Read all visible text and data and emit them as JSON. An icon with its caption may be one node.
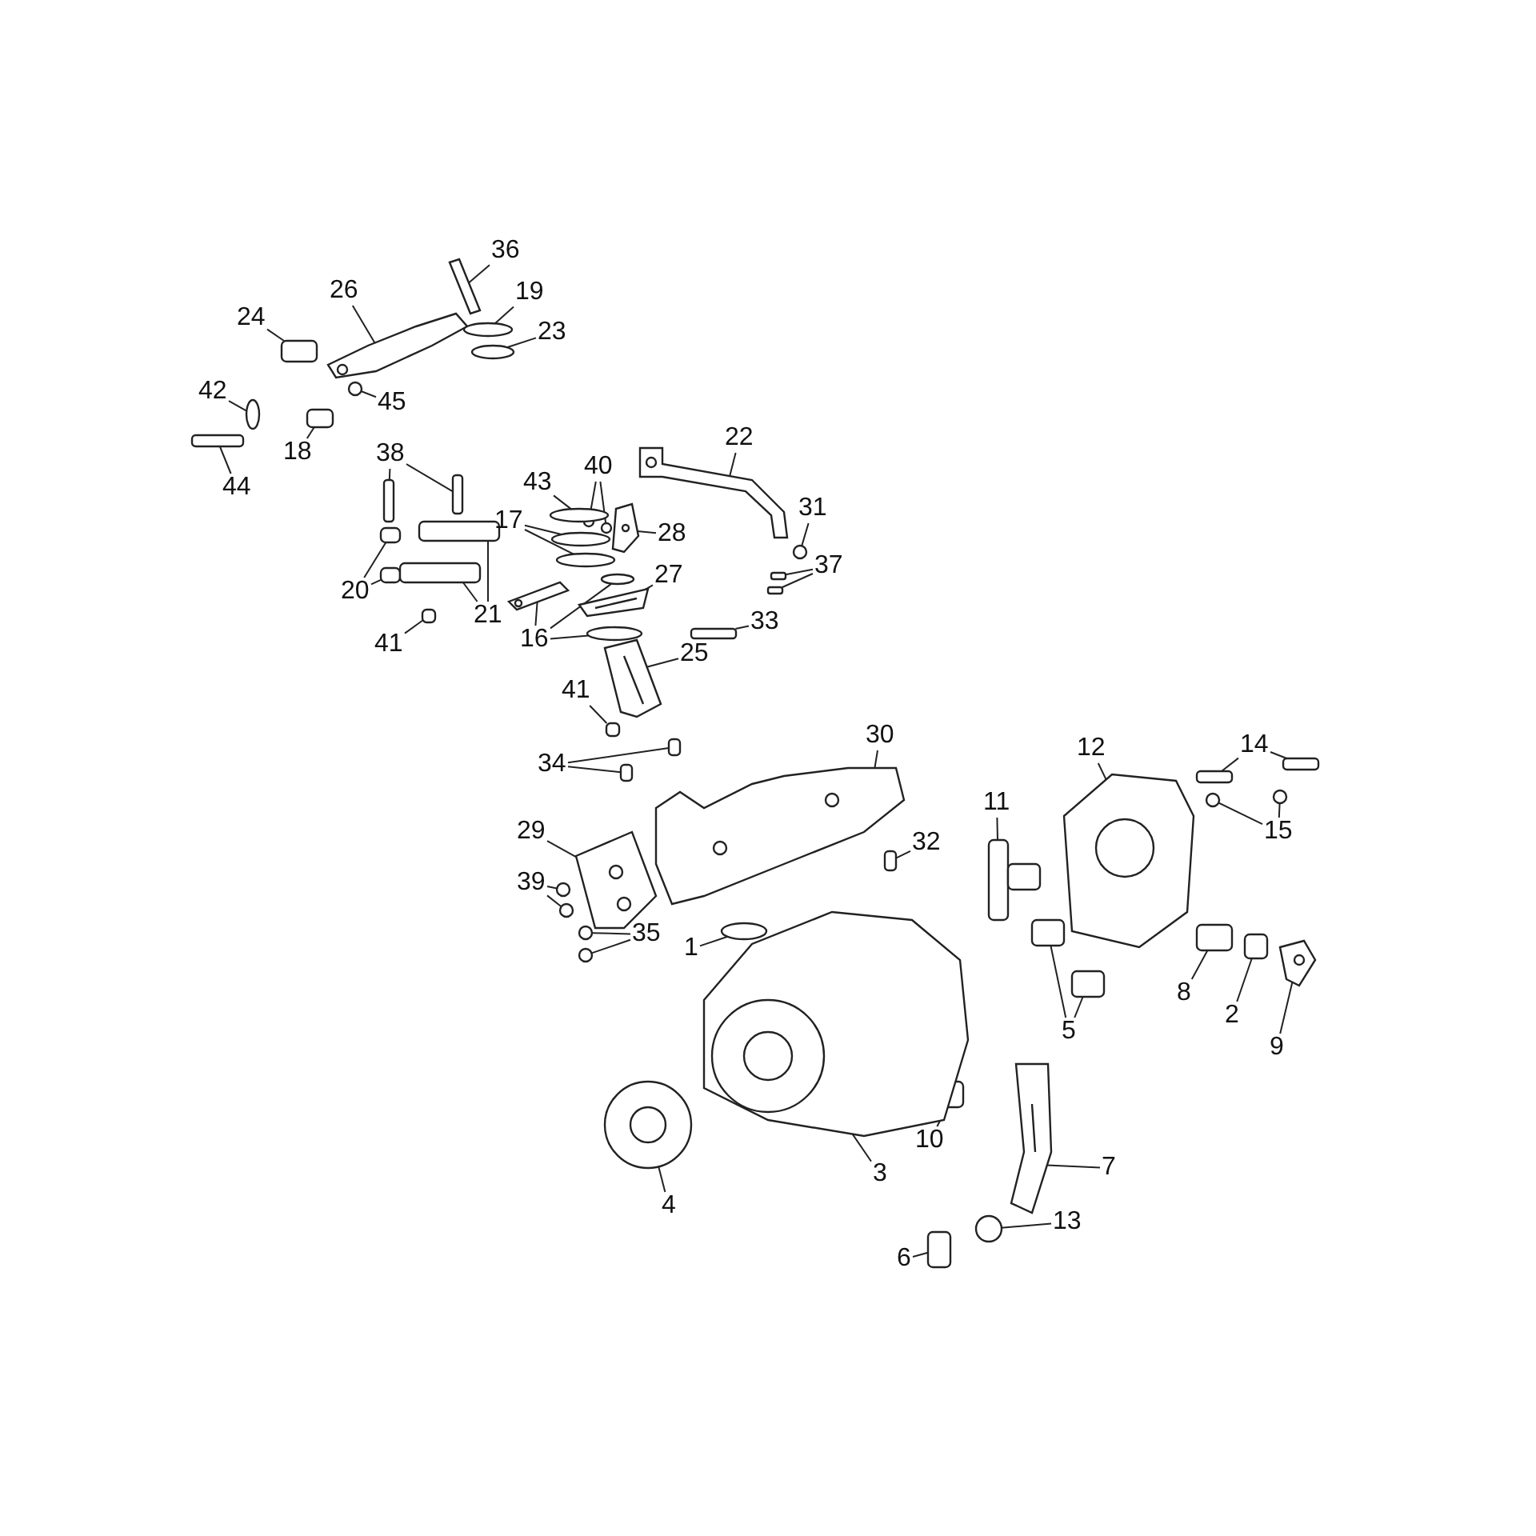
{
  "diagram": {
    "nodes": [
      {
        "text": [
          "36"
        ]
      },
      {
        "text": [
          "26"
        ]
      },
      {
        "text": [
          "19"
        ]
      },
      {
        "text": [
          "24"
        ]
      },
      {
        "text": [
          "23"
        ]
      },
      {
        "text": [
          "42"
        ]
      },
      {
        "text": [
          "45"
        ]
      },
      {
        "text": [
          "18"
        ]
      },
      {
        "text": [
          "22"
        ]
      },
      {
        "text": [
          "38"
        ]
      },
      {
        "text": [
          "40"
        ]
      },
      {
        "text": [
          "44"
        ]
      },
      {
        "text": [
          "43"
        ]
      },
      {
        "text": [
          "17"
        ]
      },
      {
        "text": [
          "31"
        ]
      },
      {
        "text": [
          "28"
        ]
      },
      {
        "text": [
          "37"
        ]
      },
      {
        "text": [
          "27"
        ]
      },
      {
        "text": [
          "20"
        ]
      },
      {
        "text": [
          "21"
        ]
      },
      {
        "text": [
          "16"
        ]
      },
      {
        "text": [
          "41"
        ]
      },
      {
        "text": [
          "33"
        ]
      },
      {
        "text": [
          "25"
        ]
      },
      {
        "text": [
          "41"
        ]
      },
      {
        "text": [
          "30"
        ]
      },
      {
        "text": [
          "14"
        ]
      },
      {
        "text": [
          "12"
        ]
      },
      {
        "text": [
          "11"
        ]
      },
      {
        "text": [
          "34"
        ]
      },
      {
        "text": [
          "15"
        ]
      },
      {
        "text": [
          "29"
        ]
      },
      {
        "text": [
          "32"
        ]
      },
      {
        "text": [
          "39"
        ]
      },
      {
        "text": [
          "35"
        ]
      },
      {
        "text": [
          "1"
        ]
      },
      {
        "text": [
          "8"
        ]
      },
      {
        "text": [
          "2"
        ]
      },
      {
        "text": [
          "5"
        ]
      },
      {
        "text": [
          "9"
        ]
      },
      {
        "text": [
          "10"
        ]
      },
      {
        "text": [
          "3"
        ]
      },
      {
        "text": [
          "4"
        ]
      },
      {
        "text": [
          "7"
        ]
      },
      {
        "text": [
          "13"
        ]
      },
      {
        "text": [
          "6"
        ]
      },
      {
        "text": [],
        "shape": "box"
      },
      {
        "text": [],
        "shape": "picture"
      },
      {
        "text": [],
        "shape": "circle"
      },
      {
        "text": [],
        "shape": "box"
      },
      {
        "text": [],
        "shape": "circle"
      },
      {
        "text": [],
        "shape": "circle"
      },
      {
        "text": [],
        "shape": "circle"
      },
      {
        "text": [],
        "shape": "box"
      },
      {
        "text": [],
        "shape": "picture"
      },
      {
        "text": [],
        "shape": "box"
      },
      {
        "text": [],
        "shape": "box"
      },
      {
        "text": [],
        "shape": "circle"
      },
      {
        "text": [],
        "shape": "circle"
      },
      {
        "text": [],
        "shape": "box"
      },
      {
        "text": [],
        "shape": "circle"
      },
      {
        "text": [],
        "shape": "circle"
      },
      {
        "text": [],
        "shape": "circle"
      },
      {
        "text": [],
        "shape": "circle"
      },
      {
        "text": [],
        "shape": "picture"
      },
      {
        "text": [],
        "shape": "box"
      },
      {
        "text": [],
        "shape": "box"
      },
      {
        "text": [],
        "shape": "picture"
      },
      {
        "text": [],
        "shape": "box"
      },
      {
        "text": [],
        "shape": "box"
      },
      {
        "text": [],
        "shape": "box"
      },
      {
        "text": [],
        "shape": "box"
      },
      {
        "text": [],
        "shape": "picture"
      },
      {
        "text": [],
        "shape": "circle"
      },
      {
        "text": [],
        "shape": "circle"
      },
      {
        "text": [],
        "shape": "box"
      },
      {
        "text": [],
        "shape": "box"
      },
      {
        "text": [],
        "shape": "picture"
      },
      {
        "text": [],
        "shape": "box"
      },
      {
        "text": [],
        "shape": "picture"
      },
      {
        "text": [],
        "shape": "box"
      },
      {
        "text": [],
        "shape": "box"
      },
      {
        "text": [],
        "shape": "picture"
      },
      {
        "text": [],
        "shape": "picture"
      },
      {
        "text": [],
        "shape": "box"
      },
      {
        "text": [],
        "shape": "box"
      },
      {
        "text": [],
        "shape": "circle"
      },
      {
        "text": [],
        "shape": "circle"
      },
      {
        "text": [],
        "shape": "picture"
      },
      {
        "text": [],
        "shape": "box"
      },
      {
        "text": [],
        "shape": "circle"
      },
      {
        "text": [],
        "shape": "circle"
      },
      {
        "text": [],
        "shape": "circle"
      },
      {
        "text": [],
        "shape": "circle"
      },
      {
        "text": [],
        "shape": "circle"
      },
      {
        "text": [],
        "shape": "box"
      },
      {
        "text": [],
        "shape": "box"
      },
      {
        "text": [],
        "shape": "box"
      },
      {
        "text": [],
        "shape": "box"
      },
      {
        "text": [],
        "shape": "picture"
      },
      {
        "text": [],
        "shape": "box"
      },
      {
        "text": [],
        "shape": "picture"
      },
      {
        "text": [],
        "shape": "picture"
      },
      {
        "text": [],
        "shape": "picture"
      },
      {
        "text": [],
        "shape": "circle"
      },
      {
        "text": [],
        "shape": "box"
      }
    ],
    "edges": [
      {
        "from": 0,
        "to": 46,
        "arrow": "none"
      },
      {
        "from": 1,
        "to": 47,
        "arrow": "none"
      },
      {
        "from": 2,
        "to": 48,
        "arrow": "none"
      },
      {
        "from": 3,
        "to": 49,
        "arrow": "none"
      },
      {
        "from": 4,
        "to": 50,
        "arrow": "none"
      },
      {
        "from": 5,
        "to": 51,
        "arrow": "none"
      },
      {
        "from": 6,
        "to": 52,
        "arrow": "none"
      },
      {
        "from": 7,
        "to": 53,
        "arrow": "none"
      },
      {
        "from": 8,
        "to": 54,
        "arrow": "none"
      },
      {
        "from": 9,
        "to": 55,
        "arrow": "none"
      },
      {
        "from": 9,
        "to": 56,
        "arrow": "none"
      },
      {
        "from": 10,
        "to": 57,
        "arrow": "none"
      },
      {
        "from": 10,
        "to": 58,
        "arrow": "none"
      },
      {
        "from": 11,
        "to": 59,
        "arrow": "none"
      },
      {
        "from": 12,
        "to": 60,
        "arrow": "none"
      },
      {
        "from": 13,
        "to": 61,
        "arrow": "none"
      },
      {
        "from": 13,
        "to": 62,
        "arrow": "none"
      },
      {
        "from": 14,
        "to": 63,
        "arrow": "none"
      },
      {
        "from": 15,
        "to": 64,
        "arrow": "none"
      },
      {
        "from": 16,
        "to": 65,
        "arrow": "none"
      },
      {
        "from": 16,
        "to": 66,
        "arrow": "none"
      },
      {
        "from": 17,
        "to": 67,
        "arrow": "none"
      },
      {
        "from": 18,
        "to": 68,
        "arrow": "none"
      },
      {
        "from": 18,
        "to": 69,
        "arrow": "none"
      },
      {
        "from": 19,
        "to": 70,
        "arrow": "none"
      },
      {
        "from": 19,
        "to": 71,
        "arrow": "none"
      },
      {
        "from": 20,
        "to": 72,
        "arrow": "none"
      },
      {
        "from": 20,
        "to": 73,
        "arrow": "none"
      },
      {
        "from": 20,
        "to": 74,
        "arrow": "none"
      },
      {
        "from": 21,
        "to": 75,
        "arrow": "none"
      },
      {
        "from": 22,
        "to": 76,
        "arrow": "none"
      },
      {
        "from": 23,
        "to": 77,
        "arrow": "none"
      },
      {
        "from": 24,
        "to": 78,
        "arrow": "none"
      },
      {
        "from": 25,
        "to": 79,
        "arrow": "none"
      },
      {
        "from": 26,
        "to": 80,
        "arrow": "none"
      },
      {
        "from": 26,
        "to": 81,
        "arrow": "none"
      },
      {
        "from": 27,
        "to": 82,
        "arrow": "none"
      },
      {
        "from": 28,
        "to": 83,
        "arrow": "none"
      },
      {
        "from": 29,
        "to": 84,
        "arrow": "none"
      },
      {
        "from": 29,
        "to": 85,
        "arrow": "none"
      },
      {
        "from": 30,
        "to": 86,
        "arrow": "none"
      },
      {
        "from": 30,
        "to": 87,
        "arrow": "none"
      },
      {
        "from": 31,
        "to": 88,
        "arrow": "none"
      },
      {
        "from": 32,
        "to": 89,
        "arrow": "none"
      },
      {
        "from": 33,
        "to": 90,
        "arrow": "none"
      },
      {
        "from": 33,
        "to": 91,
        "arrow": "none"
      },
      {
        "from": 34,
        "to": 92,
        "arrow": "none"
      },
      {
        "from": 34,
        "to": 93,
        "arrow": "none"
      },
      {
        "from": 35,
        "to": 94,
        "arrow": "none"
      },
      {
        "from": 36,
        "to": 95,
        "arrow": "none"
      },
      {
        "from": 37,
        "to": 96,
        "arrow": "none"
      },
      {
        "from": 38,
        "to": 97,
        "arrow": "none"
      },
      {
        "from": 38,
        "to": 98,
        "arrow": "none"
      },
      {
        "from": 39,
        "to": 99,
        "arrow": "none"
      },
      {
        "from": 40,
        "to": 100,
        "arrow": "none"
      },
      {
        "from": 41,
        "to": 101,
        "arrow": "none"
      },
      {
        "from": 42,
        "to": 102,
        "arrow": "none"
      },
      {
        "from": 43,
        "to": 103,
        "arrow": "none"
      },
      {
        "from": 44,
        "to": 104,
        "arrow": "none"
      },
      {
        "from": 45,
        "to": 105,
        "arrow": "none"
      }
    ]
  }
}
